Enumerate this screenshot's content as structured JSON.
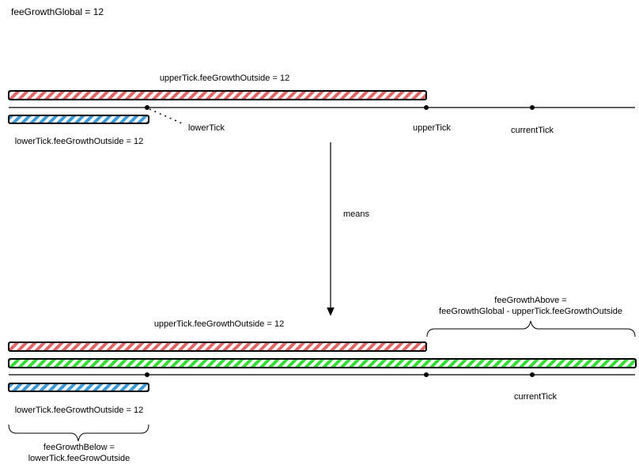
{
  "header": {
    "global_label": "feeGrowthGlobal = 12"
  },
  "top_section": {
    "upper_outside_label": "upperTick.feeGrowthOutside = 12",
    "lower_outside_label": "lowerTick.feeGrowthOutside = 12",
    "lower_tick_label": "lowerTick",
    "upper_tick_label": "upperTick",
    "current_tick_label": "currentTick"
  },
  "arrow": {
    "label": "means"
  },
  "bottom_section": {
    "above_label_line1": "feeGrowthAbove =",
    "above_label_line2": "feeGrowthGlobal - upperTick.feeGrowthOutside",
    "upper_outside_label": "upperTick.feeGrowthOutside = 12",
    "lower_outside_label": "lowerTick.feeGrowthOutside = 12",
    "current_tick_label": "currentTick",
    "below_label_line1": "feeGrowthBelow =",
    "below_label_line2": "lowerTick.feeGrowOutside"
  },
  "colors": {
    "red_hatch": "#e06666",
    "blue_hatch": "#3d9ad8",
    "green_hatch": "#33dd33",
    "line": "#000000"
  }
}
